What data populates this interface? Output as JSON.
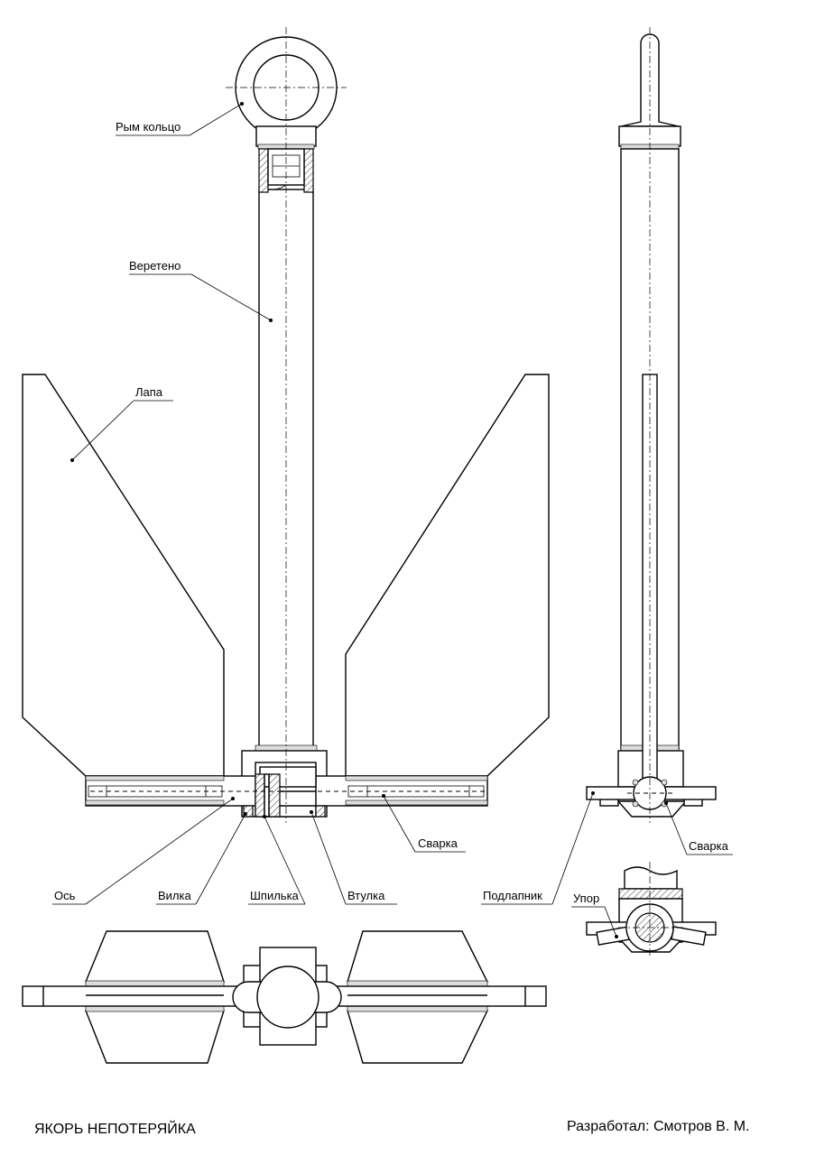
{
  "title": "ЯКОРЬ НЕПОТЕРЯЙКА",
  "author": "Разработал: Смотров В. М.",
  "labels": {
    "ring": "Рым кольцо",
    "shank": "Веретено",
    "fluke": "Лапа",
    "weld_front": "Сварка",
    "axle": "Ось",
    "fork": "Вилка",
    "pin": "Шпилька",
    "bushing": "Втулка",
    "sole": "Подлапник",
    "weld_side": "Сварка",
    "stop": "Упор"
  }
}
